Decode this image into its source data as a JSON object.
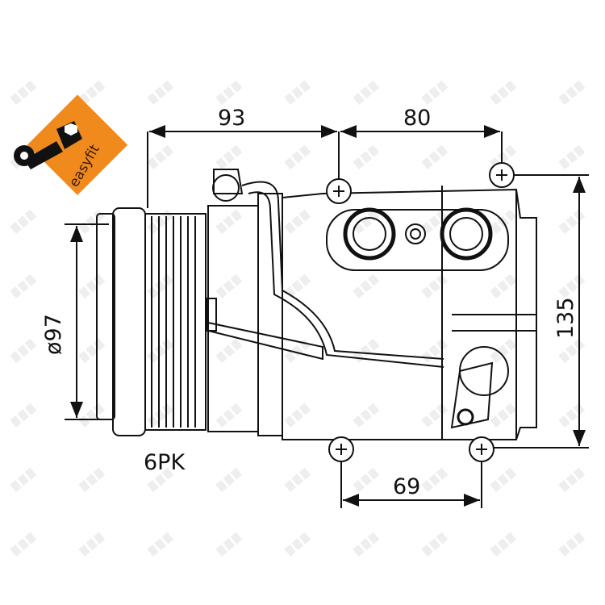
{
  "logo": {
    "brand_text": "easyfit",
    "icon": "wrench-nut-icon",
    "color": "#f08a1c"
  },
  "watermark": "NRF",
  "dimensions": {
    "top_left": "93",
    "top_right": "80",
    "pulley_diameter": "ø97",
    "height": "135",
    "bottom": "69",
    "belt": "6PK"
  }
}
